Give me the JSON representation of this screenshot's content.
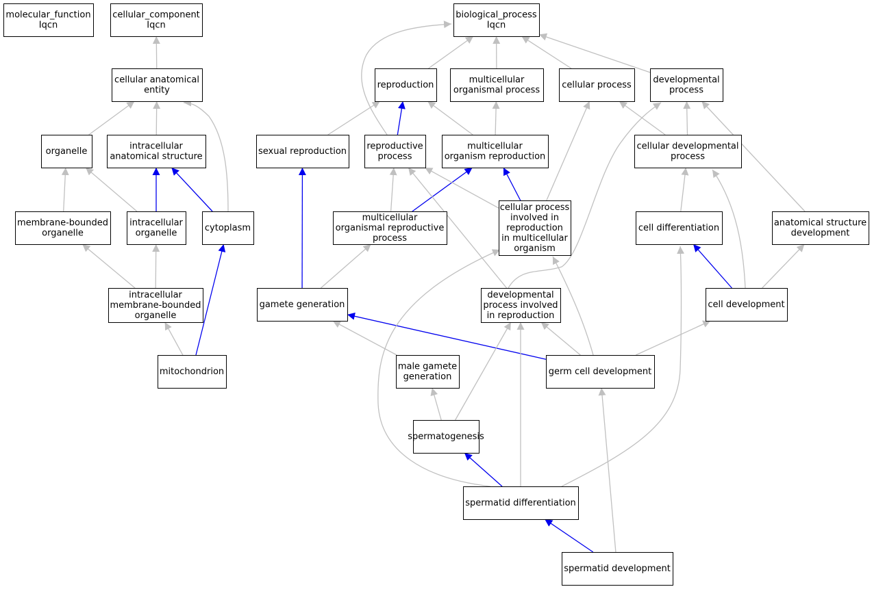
{
  "colors": {
    "isa_edge": "#c0c0c0",
    "highlight_edge": "#0000ee",
    "node_fill": "#ffffff",
    "node_border": "#000000",
    "mitochondrion_fill": "#add8e6",
    "spermatid_development_fill": "#6495ed"
  },
  "nodes": [
    {
      "id": "mf",
      "lines": [
        "molecular_function",
        "Iqcn"
      ]
    },
    {
      "id": "cc",
      "lines": [
        "cellular_component",
        "Iqcn"
      ]
    },
    {
      "id": "bp",
      "lines": [
        "biological_process",
        "Iqcn"
      ]
    },
    {
      "id": "cae",
      "lines": [
        "cellular anatomical",
        "entity"
      ]
    },
    {
      "id": "org",
      "lines": [
        "organelle"
      ]
    },
    {
      "id": "ias",
      "lines": [
        "intracellular",
        "anatomical structure"
      ]
    },
    {
      "id": "mbo",
      "lines": [
        "membrane-bounded",
        "organelle"
      ]
    },
    {
      "id": "io",
      "lines": [
        "intracellular",
        "organelle"
      ]
    },
    {
      "id": "cyto",
      "lines": [
        "cytoplasm"
      ]
    },
    {
      "id": "imbo",
      "lines": [
        "intracellular",
        "membrane-bounded",
        "organelle"
      ]
    },
    {
      "id": "mito",
      "lines": [
        "mitochondrion"
      ],
      "fill_key": "mitochondrion_fill"
    },
    {
      "id": "repro",
      "lines": [
        "reproduction"
      ]
    },
    {
      "id": "mop",
      "lines": [
        "multicellular",
        "organismal process"
      ]
    },
    {
      "id": "cp",
      "lines": [
        "cellular process"
      ]
    },
    {
      "id": "dp",
      "lines": [
        "developmental",
        "process"
      ]
    },
    {
      "id": "sexr",
      "lines": [
        "sexual reproduction"
      ]
    },
    {
      "id": "rp",
      "lines": [
        "reproductive",
        "process"
      ]
    },
    {
      "id": "mor",
      "lines": [
        "multicellular",
        "organism reproduction"
      ]
    },
    {
      "id": "cdp",
      "lines": [
        "cellular developmental",
        "process"
      ]
    },
    {
      "id": "morp",
      "lines": [
        "multicellular",
        "organismal reproductive",
        "process"
      ]
    },
    {
      "id": "cpir",
      "lines": [
        "cellular process",
        "involved in",
        "reproduction",
        "in multicellular",
        "organism"
      ]
    },
    {
      "id": "cdiff",
      "lines": [
        "cell differentiation"
      ]
    },
    {
      "id": "asd",
      "lines": [
        "anatomical structure",
        "development"
      ]
    },
    {
      "id": "gg",
      "lines": [
        "gamete generation"
      ]
    },
    {
      "id": "dpir",
      "lines": [
        "developmental",
        "process involved",
        "in reproduction"
      ]
    },
    {
      "id": "cdev",
      "lines": [
        "cell development"
      ]
    },
    {
      "id": "mgg",
      "lines": [
        "male gamete",
        "generation"
      ]
    },
    {
      "id": "gcd",
      "lines": [
        "germ cell development"
      ]
    },
    {
      "id": "sperm",
      "lines": [
        "spermatogenesis"
      ]
    },
    {
      "id": "sdiff",
      "lines": [
        "spermatid differentiation"
      ]
    },
    {
      "id": "sdev",
      "lines": [
        "spermatid development"
      ],
      "fill_key": "spermatid_development_fill"
    }
  ],
  "edges": [
    {
      "from": "cae",
      "to": "cc",
      "kind": "isa"
    },
    {
      "from": "org",
      "to": "cae",
      "kind": "isa"
    },
    {
      "from": "ias",
      "to": "cae",
      "kind": "isa"
    },
    {
      "from": "cyto",
      "to": "cae",
      "kind": "isa"
    },
    {
      "from": "mbo",
      "to": "org",
      "kind": "isa"
    },
    {
      "from": "io",
      "to": "org",
      "kind": "isa"
    },
    {
      "from": "io",
      "to": "ias",
      "kind": "highlight"
    },
    {
      "from": "cyto",
      "to": "ias",
      "kind": "highlight"
    },
    {
      "from": "imbo",
      "to": "mbo",
      "kind": "isa"
    },
    {
      "from": "imbo",
      "to": "io",
      "kind": "isa"
    },
    {
      "from": "mito",
      "to": "imbo",
      "kind": "isa"
    },
    {
      "from": "mito",
      "to": "cyto",
      "kind": "highlight"
    },
    {
      "from": "repro",
      "to": "bp",
      "kind": "isa"
    },
    {
      "from": "mop",
      "to": "bp",
      "kind": "isa"
    },
    {
      "from": "cp",
      "to": "bp",
      "kind": "isa"
    },
    {
      "from": "dp",
      "to": "bp",
      "kind": "isa"
    },
    {
      "from": "rp",
      "to": "bp",
      "kind": "isa"
    },
    {
      "from": "sexr",
      "to": "repro",
      "kind": "isa"
    },
    {
      "from": "rp",
      "to": "repro",
      "kind": "highlight"
    },
    {
      "from": "mor",
      "to": "repro",
      "kind": "isa"
    },
    {
      "from": "mor",
      "to": "mop",
      "kind": "isa"
    },
    {
      "from": "cdp",
      "to": "cp",
      "kind": "isa"
    },
    {
      "from": "cdp",
      "to": "dp",
      "kind": "isa"
    },
    {
      "from": "asd",
      "to": "dp",
      "kind": "isa"
    },
    {
      "from": "cpir",
      "to": "cp",
      "kind": "isa"
    },
    {
      "from": "dpir",
      "to": "dp",
      "kind": "isa"
    },
    {
      "from": "morp",
      "to": "rp",
      "kind": "isa"
    },
    {
      "from": "morp",
      "to": "mor",
      "kind": "highlight"
    },
    {
      "from": "cpir",
      "to": "rp",
      "kind": "isa"
    },
    {
      "from": "cpir",
      "to": "mor",
      "kind": "highlight"
    },
    {
      "from": "dpir",
      "to": "rp",
      "kind": "isa"
    },
    {
      "from": "cdiff",
      "to": "cdp",
      "kind": "isa"
    },
    {
      "from": "cdev",
      "to": "cdp",
      "kind": "isa"
    },
    {
      "from": "gg",
      "to": "sexr",
      "kind": "highlight"
    },
    {
      "from": "gg",
      "to": "morp",
      "kind": "isa"
    },
    {
      "from": "cdev",
      "to": "cdiff",
      "kind": "highlight"
    },
    {
      "from": "cdev",
      "to": "asd",
      "kind": "isa"
    },
    {
      "from": "mgg",
      "to": "gg",
      "kind": "isa"
    },
    {
      "from": "gcd",
      "to": "gg",
      "kind": "highlight"
    },
    {
      "from": "gcd",
      "to": "dpir",
      "kind": "isa"
    },
    {
      "from": "gcd",
      "to": "cdev",
      "kind": "isa"
    },
    {
      "from": "gcd",
      "to": "cpir",
      "kind": "isa"
    },
    {
      "from": "sperm",
      "to": "mgg",
      "kind": "isa"
    },
    {
      "from": "sperm",
      "to": "dpir",
      "kind": "isa"
    },
    {
      "from": "sdiff",
      "to": "sperm",
      "kind": "highlight"
    },
    {
      "from": "sdiff",
      "to": "dpir",
      "kind": "isa"
    },
    {
      "from": "sdiff",
      "to": "cdiff",
      "kind": "isa"
    },
    {
      "from": "sdiff",
      "to": "cpir",
      "kind": "isa"
    },
    {
      "from": "sdev",
      "to": "sdiff",
      "kind": "highlight"
    },
    {
      "from": "sdev",
      "to": "gcd",
      "kind": "isa"
    }
  ]
}
